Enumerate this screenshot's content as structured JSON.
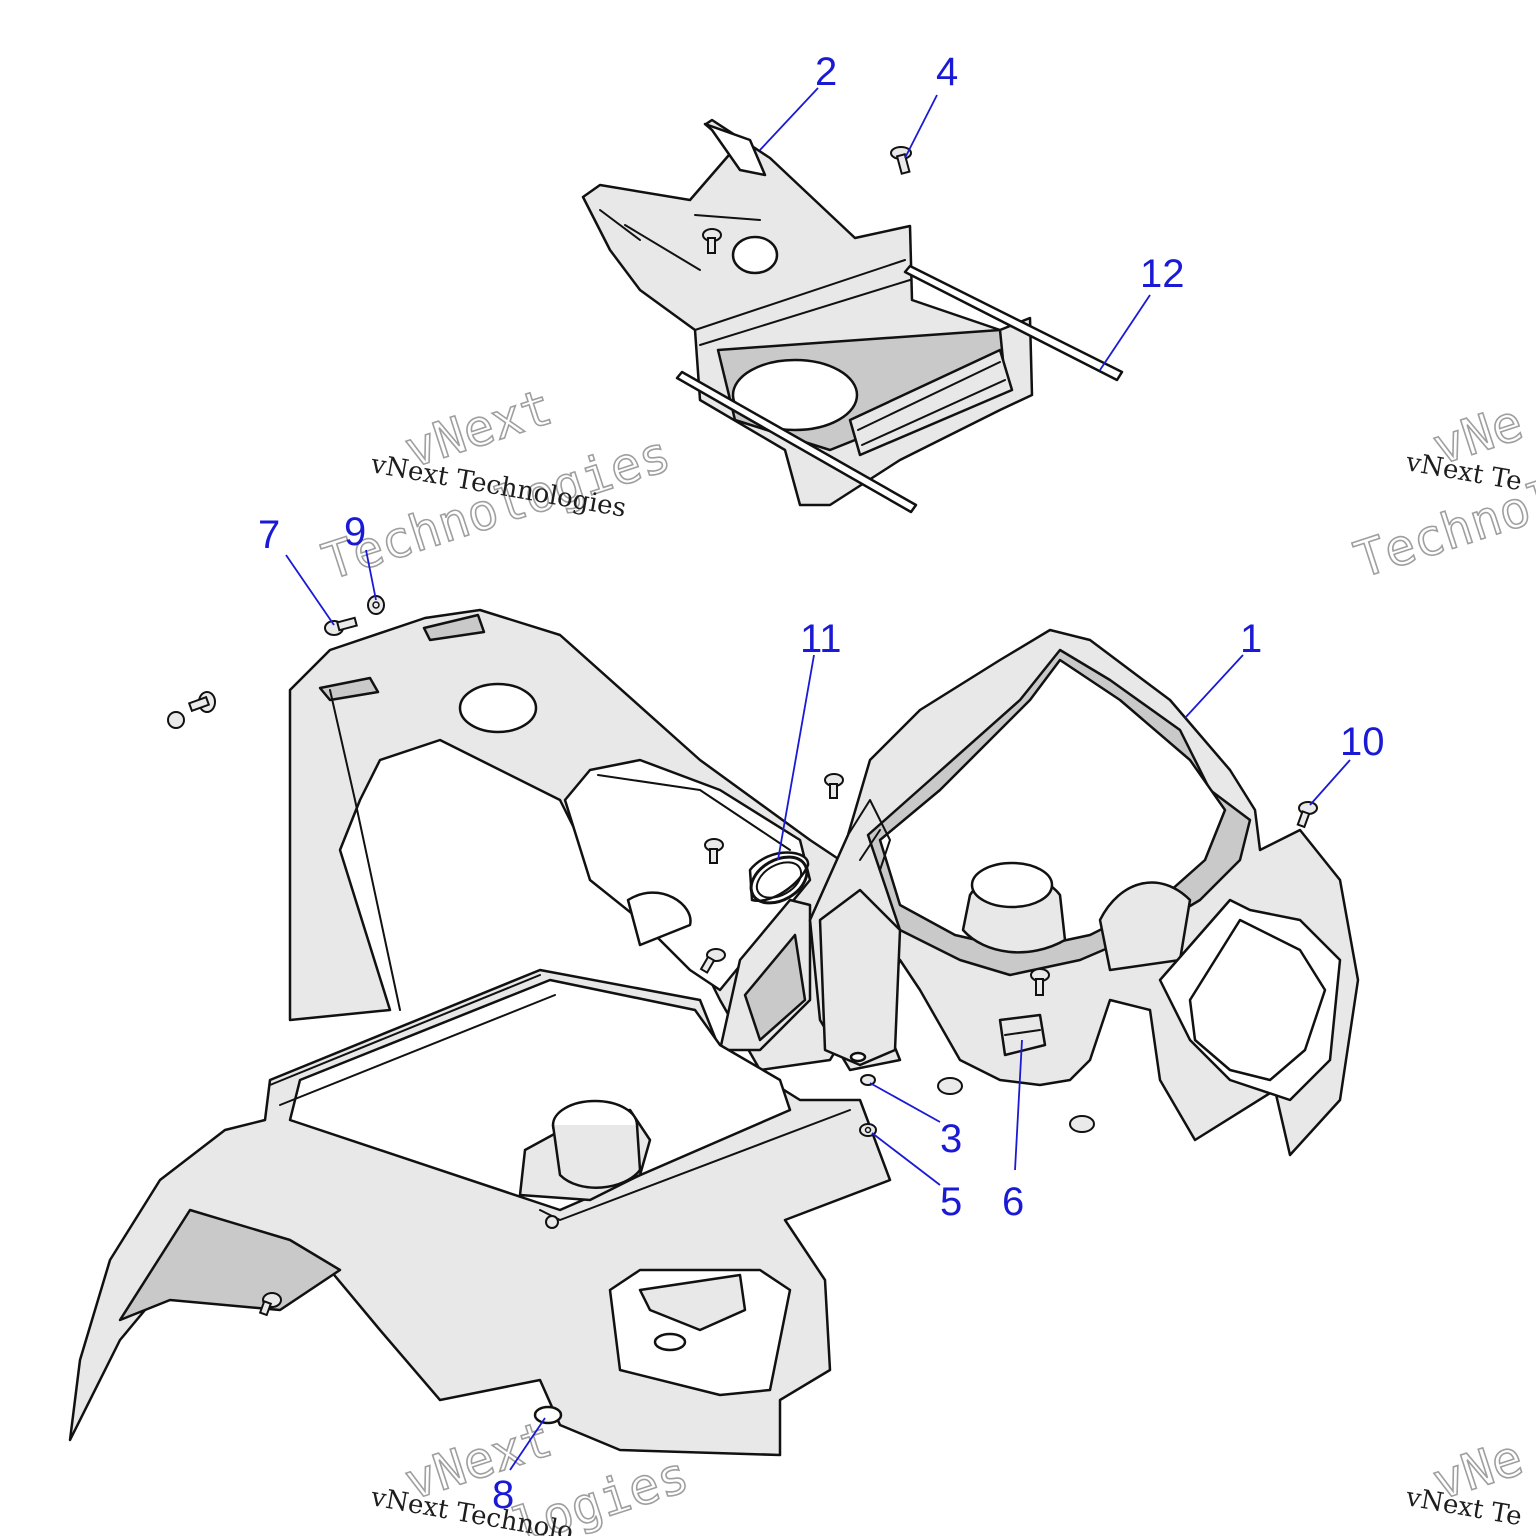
{
  "callouts": [
    {
      "id": "c1",
      "label": "1"
    },
    {
      "id": "c2",
      "label": "2"
    },
    {
      "id": "c3",
      "label": "3"
    },
    {
      "id": "c4",
      "label": "4"
    },
    {
      "id": "c5",
      "label": "5"
    },
    {
      "id": "c6",
      "label": "6"
    },
    {
      "id": "c7",
      "label": "7"
    },
    {
      "id": "c8",
      "label": "8"
    },
    {
      "id": "c9",
      "label": "9"
    },
    {
      "id": "c10",
      "label": "10"
    },
    {
      "id": "c11",
      "label": "11"
    },
    {
      "id": "c12",
      "label": "12"
    }
  ],
  "watermark": {
    "line1": "vNext Technologies",
    "big1": "vNext",
    "big2": "Technologies",
    "cut_line1": "vNext Te",
    "cut_big1": "vNe",
    "cut_big2": "Technol",
    "cut_big_bottom": "vNe",
    "bottom_big_cut": "logies",
    "bottom_line_cut": "vNext Technolo"
  },
  "colors": {
    "callout": "#1a1ad6",
    "part_fill": "#e8e8e8",
    "outline": "#111111"
  }
}
